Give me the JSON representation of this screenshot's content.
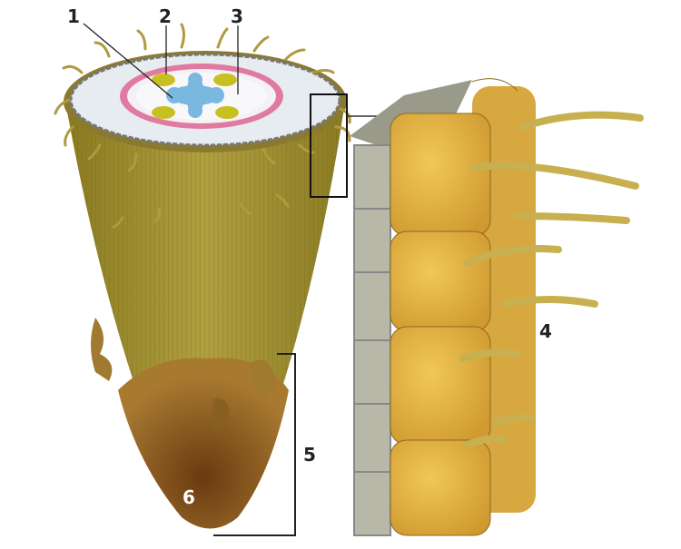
{
  "diagram": {
    "labels": {
      "l1": "1",
      "l2": "2",
      "l3": "3",
      "l4": "4",
      "l5": "5",
      "l6": "6"
    },
    "colors": {
      "root_body": "#9a8a2a",
      "root_tip": "#8a5a20",
      "cortex": "#e8eef2",
      "endodermis": "#e07aa0",
      "xylem": "#7ab8e0",
      "phloem": "#c8c020",
      "cell_yellow": "#e0b440",
      "cell_gray": "#b8b8a8"
    }
  }
}
